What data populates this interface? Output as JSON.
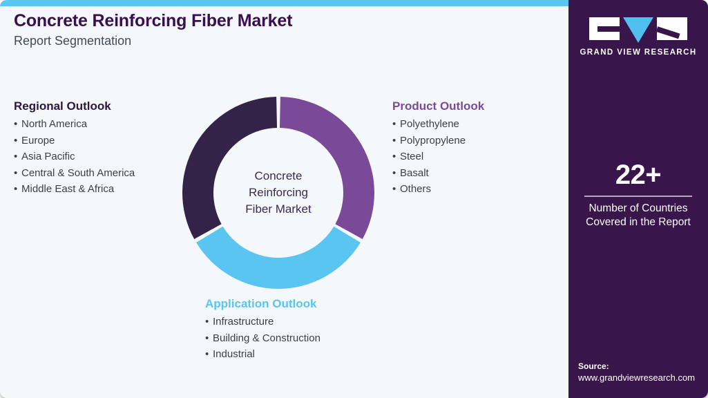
{
  "header": {
    "title": "Concrete Reinforcing Fiber Market",
    "subtitle": "Report Segmentation"
  },
  "colors": {
    "top_accent": "#5bc5f2",
    "background": "#f4f8fb",
    "panel_purple": "#38154a",
    "title_purple": "#3b0d51",
    "segment_dark_purple": "#342349",
    "segment_medium_purple": "#7a4a99",
    "segment_light_blue": "#5bc5f2"
  },
  "regional_outlook": {
    "heading": "Regional Outlook",
    "bullet": "•",
    "items": [
      "North America",
      "Europe",
      "Asia Pacific",
      "Central & South America",
      "Middle East & Africa"
    ]
  },
  "product_outlook": {
    "heading": "Product Outlook",
    "bullet": "•",
    "items": [
      "Polyethylene",
      "Polypropylene",
      "Steel",
      "Basalt",
      "Others"
    ]
  },
  "application_outlook": {
    "heading": "Application Outlook",
    "bullet": "•",
    "items": [
      "Infrastructure",
      "Building & Construction",
      "Industrial"
    ]
  },
  "chart_data": {
    "type": "pie",
    "variant": "donut",
    "title": "Concrete Reinforcing Fiber Market",
    "center_lines": [
      "Concrete",
      "Reinforcing",
      "Fiber Market"
    ],
    "categories": [
      "Product Outlook",
      "Application Outlook",
      "Regional Outlook"
    ],
    "values": [
      33.33,
      33.33,
      33.33
    ],
    "colors": [
      "#7a4a99",
      "#5bc5f2",
      "#342349"
    ],
    "legend": "none",
    "grid": false,
    "notes": "Three equal segments of 120 degrees each, separated by white gaps; first segment starts at 12 o'clock going clockwise."
  },
  "right_panel": {
    "logo": {
      "mark_g": "G",
      "mark_v": "V",
      "mark_r": "R",
      "wordmark": "GRAND VIEW RESEARCH"
    },
    "stat": {
      "value": "22+",
      "label_line1": "Number of Countries",
      "label_line2": "Covered in the Report"
    },
    "source": {
      "label": "Source:",
      "url": "www.grandviewresearch.com"
    }
  }
}
